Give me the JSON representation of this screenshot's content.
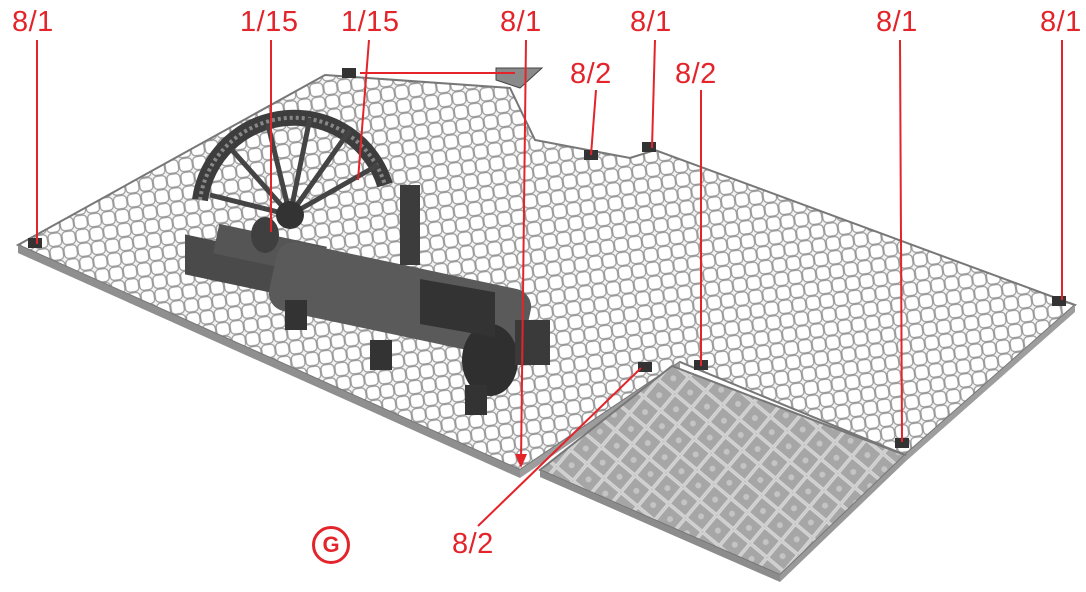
{
  "callouts": {
    "left_corner": "8/1",
    "flywheel_left": "1/15",
    "flywheel_right": "1/15",
    "center_post": "8/1",
    "middle_notch": "8/1",
    "right_post": "8/1",
    "far_right_corner": "8/1",
    "clip_left": "8/2",
    "clip_right": "8/2",
    "bottom_clip": "8/2"
  },
  "part_marker": "G",
  "colors": {
    "callout": "#e3242b",
    "board_edge": "#8a8a8a",
    "tile_line": "#9a9a9a",
    "paved": "#b4b4b4"
  }
}
